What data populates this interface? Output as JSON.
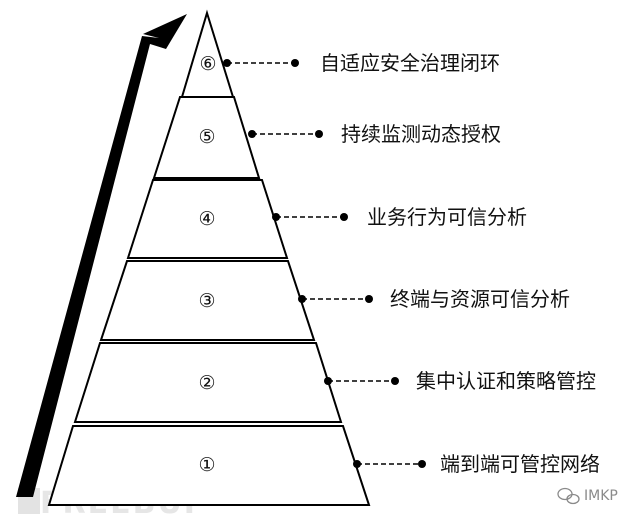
{
  "levels": [
    {
      "number": "⑥",
      "label": "自适应安全治理闭环"
    },
    {
      "number": "⑤",
      "label": "持续监测动态授权"
    },
    {
      "number": "④",
      "label": "业务行为可信分析"
    },
    {
      "number": "③",
      "label": "终端与资源可信分析"
    },
    {
      "number": "②",
      "label": "集中认证和策略管控"
    },
    {
      "number": "①",
      "label": "端到端可管控网络"
    }
  ],
  "watermark": "FREEBUF",
  "brand": "IMKP",
  "colors": {
    "outline": "#000000",
    "text": "#111111",
    "fill": "#ffffff"
  }
}
